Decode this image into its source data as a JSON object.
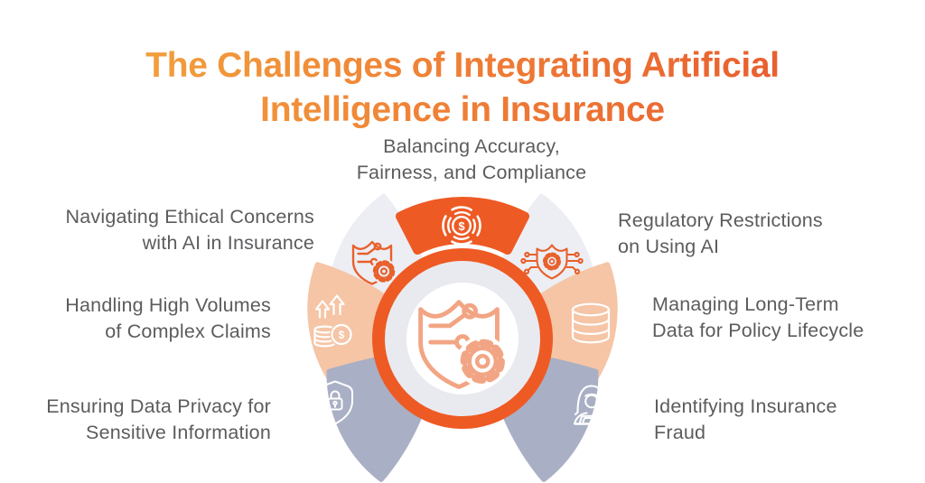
{
  "title": {
    "line1": "The Challenges of Integrating Artificial",
    "line2": "Intelligence in Insurance"
  },
  "challenges": {
    "top": {
      "line1": "Balancing Accuracy,",
      "line2": "Fairness, and Compliance",
      "icon": "dollar-target-icon"
    },
    "upper_left": {
      "line1": "Navigating Ethical Concerns",
      "line2": "with AI in Insurance",
      "icon": "ai-shield-gear-icon"
    },
    "mid_left": {
      "line1": "Handling High Volumes",
      "line2": "of Complex Claims",
      "icon": "coins-growth-icon"
    },
    "lower_left": {
      "line1": "Ensuring Data Privacy for",
      "line2": "Sensitive Information",
      "icon": "lock-shield-icon"
    },
    "upper_right": {
      "line1": "Regulatory Restrictions",
      "line2": "on Using AI",
      "icon": "network-gear-shield-icon"
    },
    "mid_right": {
      "line1": "Managing Long-Term",
      "line2": "Data for Policy Lifecycle",
      "icon": "database-icon"
    },
    "lower_right": {
      "line1": "Identifying Insurance",
      "line2": "Fraud",
      "icon": "hacker-laptop-icon"
    }
  },
  "center": {
    "icon": "ai-shield-gear-icon"
  },
  "glyphs": {
    "dollar": "$"
  },
  "colors": {
    "grad-start": "#F3A93E",
    "grad-end": "#E7542D",
    "orange": "#EE5A24",
    "peach": "#F5C5A6",
    "bluegray": "#A9AFC4",
    "lightgray": "#ECEEF3",
    "centergray": "#E9EAF0",
    "icon-orange": "#E8602C",
    "center-icon-color": "#F2A584",
    "label": "#5B5C5E"
  }
}
